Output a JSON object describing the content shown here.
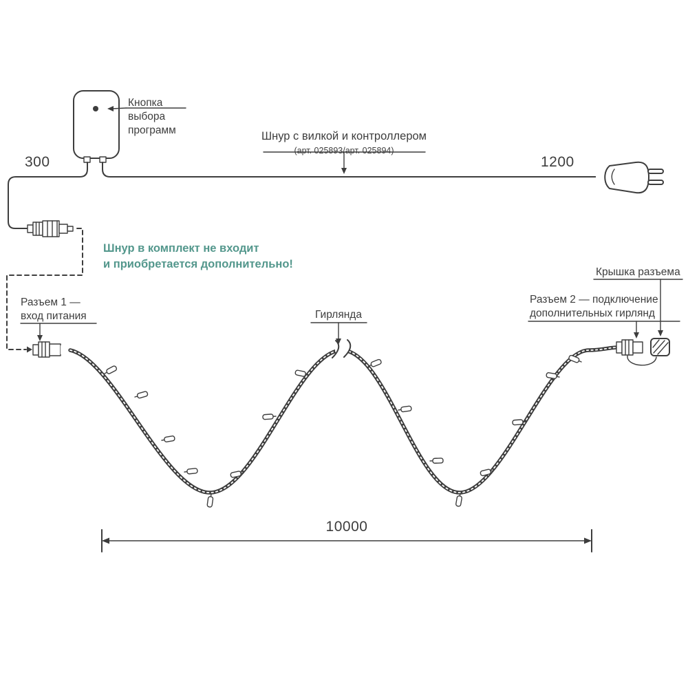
{
  "labels": {
    "button1": "Кнопка",
    "button2": "выбора",
    "button3": "программ",
    "cord_title": "Шнур с вилкой и контроллером",
    "cord_sub": "(арт. 025893/арт. 025894)",
    "dim_left": "300",
    "dim_right": "1200",
    "dim_bottom": "10000",
    "note1": "Шнур в комплект не входит",
    "note2": "и приобретается дополнительно!",
    "conn1a": "Разъем 1 —",
    "conn1b": "вход питания",
    "garland": "Гирлянда",
    "conn2a": "Разъем 2 — подключение",
    "conn2b": "дополнительных гирлянд",
    "cap": "Крышка разъема"
  },
  "colors": {
    "line": "#3d3d3d",
    "accent": "#53978c",
    "background": "#ffffff"
  }
}
